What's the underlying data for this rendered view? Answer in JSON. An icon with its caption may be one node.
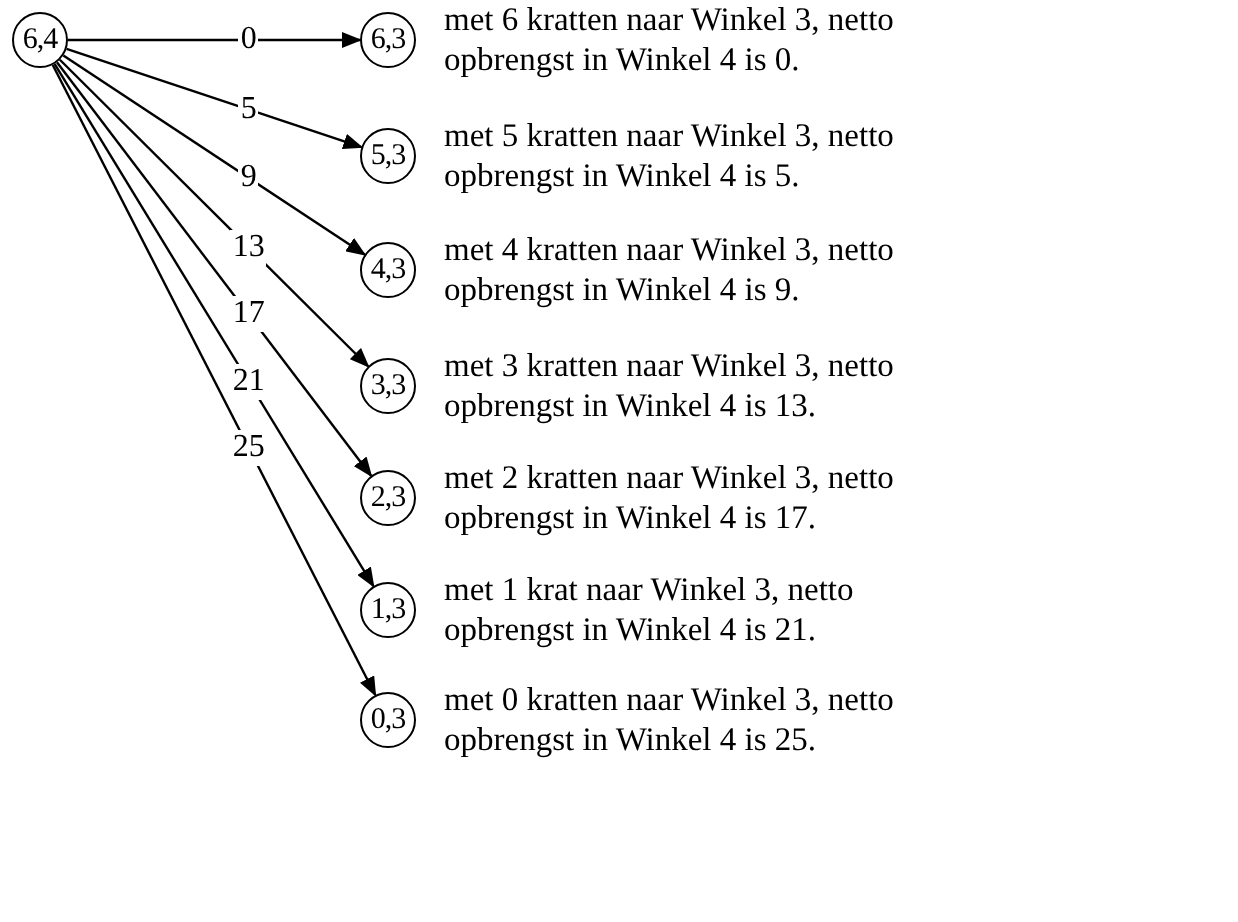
{
  "diagram": {
    "nodes": [
      {
        "text": [
          "6,4"
        ]
      },
      {
        "text": [
          "6,3"
        ],
        "beside": [
          "met 6 kratten naar Winkel 3, netto opbrengst in Winkel 4 is 0."
        ]
      },
      {
        "text": [
          "5,3"
        ],
        "beside": [
          "met 5 kratten naar Winkel 3, netto opbrengst in Winkel 4 is 5."
        ]
      },
      {
        "text": [
          "4,3"
        ],
        "beside": [
          "met 4 kratten naar Winkel 3, netto opbrengst in Winkel 4 is 9."
        ]
      },
      {
        "text": [
          "3,3"
        ],
        "beside": [
          "met 3 kratten naar Winkel 3, netto opbrengst in Winkel 4 is 13."
        ]
      },
      {
        "text": [
          "2,3"
        ],
        "beside": [
          "met 2 kratten naar Winkel 3, netto opbrengst in Winkel 4 is 17."
        ]
      },
      {
        "text": [
          "1,3"
        ],
        "beside": [
          "met 1 krat naar Winkel 3, netto opbrengst in Winkel 4 is 21."
        ]
      },
      {
        "text": [
          "0,3"
        ],
        "beside": [
          "met 0 kratten naar Winkel 3, netto opbrengst in Winkel 4 is 25."
        ]
      }
    ],
    "edges": [
      {
        "from": 0,
        "to": 1,
        "arrow": "to",
        "label": "0"
      },
      {
        "from": 0,
        "to": 2,
        "arrow": "to",
        "label": "5"
      },
      {
        "from": 0,
        "to": 3,
        "arrow": "to",
        "label": "9"
      },
      {
        "from": 0,
        "to": 4,
        "arrow": "to",
        "label": "13"
      },
      {
        "from": 0,
        "to": 5,
        "arrow": "to",
        "label": "17"
      },
      {
        "from": 0,
        "to": 6,
        "arrow": "to",
        "label": "21"
      },
      {
        "from": 0,
        "to": 7,
        "arrow": "to",
        "label": "25"
      }
    ]
  }
}
